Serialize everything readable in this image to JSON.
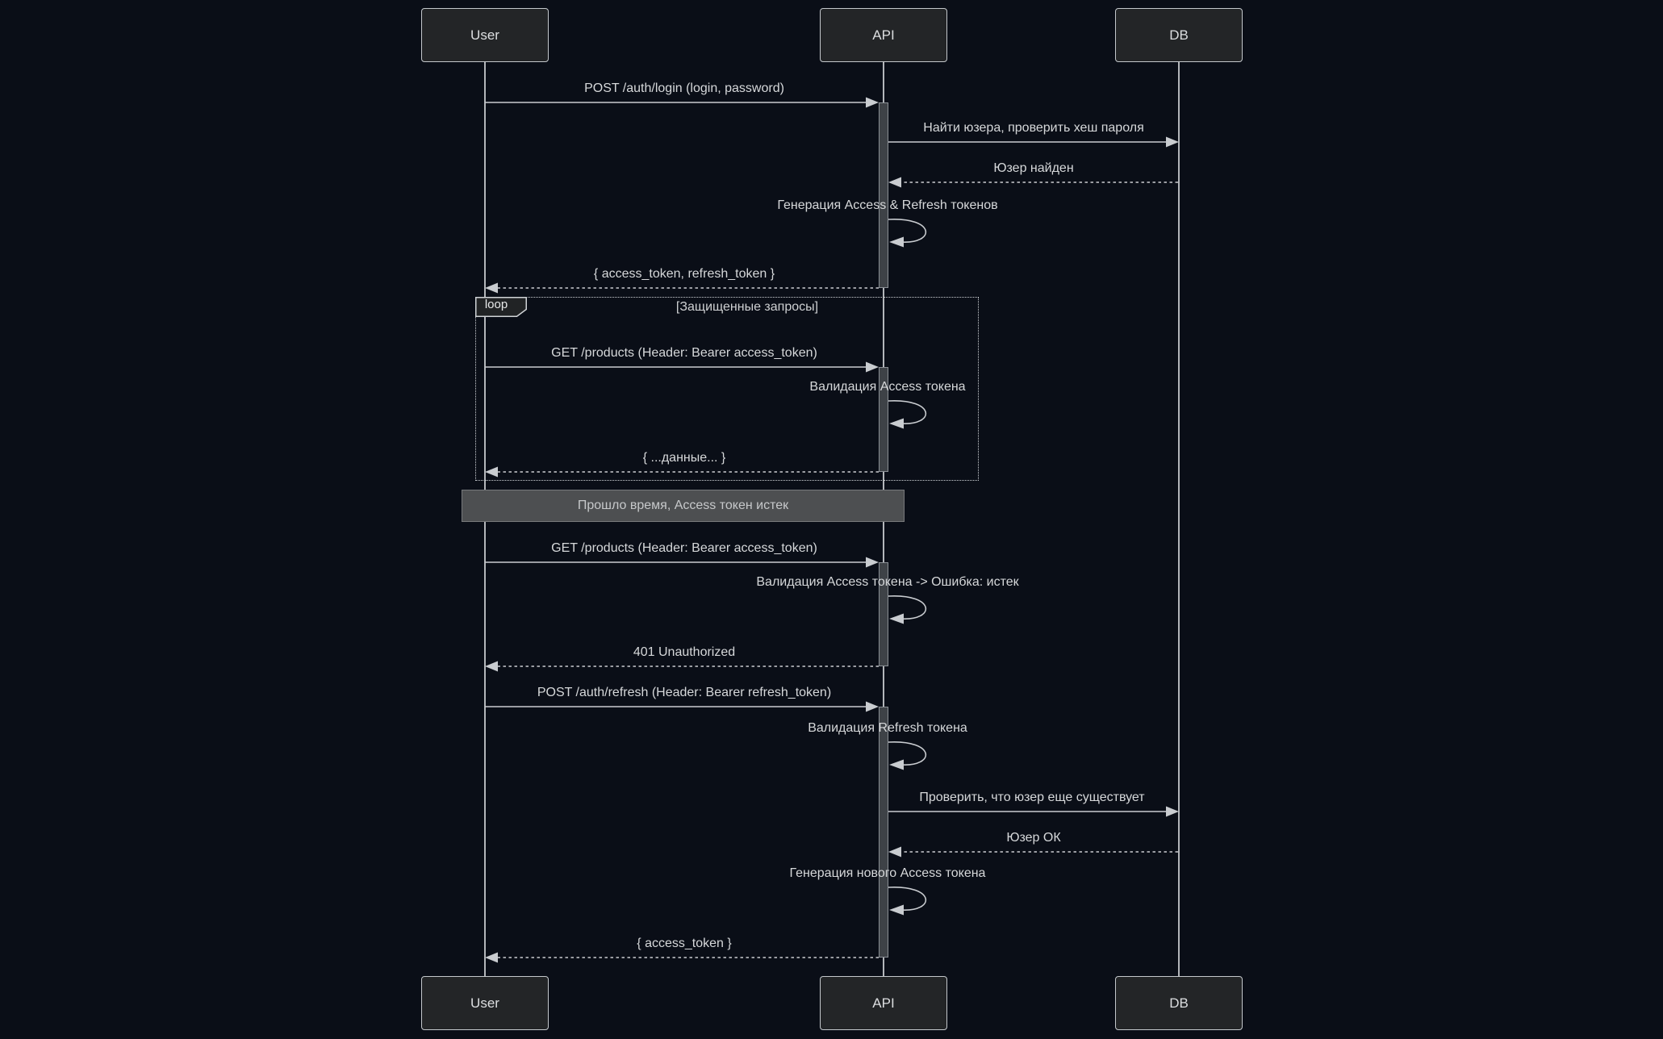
{
  "actors": [
    {
      "label": "User"
    },
    {
      "label": "API"
    },
    {
      "label": "DB"
    }
  ],
  "loop": {
    "keyword": "loop",
    "condition": "[Защищенные запросы]"
  },
  "divider": {
    "text": "Прошло время, Access токен истек"
  },
  "messages": {
    "post_login": "POST /auth/login (login, password)",
    "find_user": "Найти юзера, проверить хеш пароля",
    "user_found": "Юзер найден",
    "generate_tokens": "Генерация Access & Refresh токенов",
    "tokens_response": "{ access_token, refresh_token }",
    "get_products_loop": "GET /products (Header: Bearer access_token)",
    "validate_access": "Валидация Access токена",
    "data_response": "{ ...данные... }",
    "get_products_expired": "GET /products (Header: Bearer access_token)",
    "validate_access_error": "Валидация Access токена -> Ошибка: истек",
    "unauthorized_401": "401 Unauthorized",
    "post_refresh": "POST /auth/refresh (Header: Bearer refresh_token)",
    "validate_refresh": "Валидация Refresh токена",
    "check_user_exists": "Проверить, что юзер еще существует",
    "user_ok": "Юзер ОК",
    "generate_new_token": "Генерация нового Access токена",
    "access_token_response": "{ access_token }"
  },
  "colors": {
    "background": "#0a0e17",
    "actor_fill": "#232527",
    "actor_border": "#c4c8cc",
    "lifeline": "#b3b6ba",
    "message_line": "#c9ccd0",
    "message_text": "#d6d8da",
    "activation_fill": "#3e4247",
    "activation_border": "#8a8f95",
    "loop_border": "#cfd2d6",
    "divider_fill": "#4d4f51",
    "divider_text": "#c6c8ca"
  }
}
